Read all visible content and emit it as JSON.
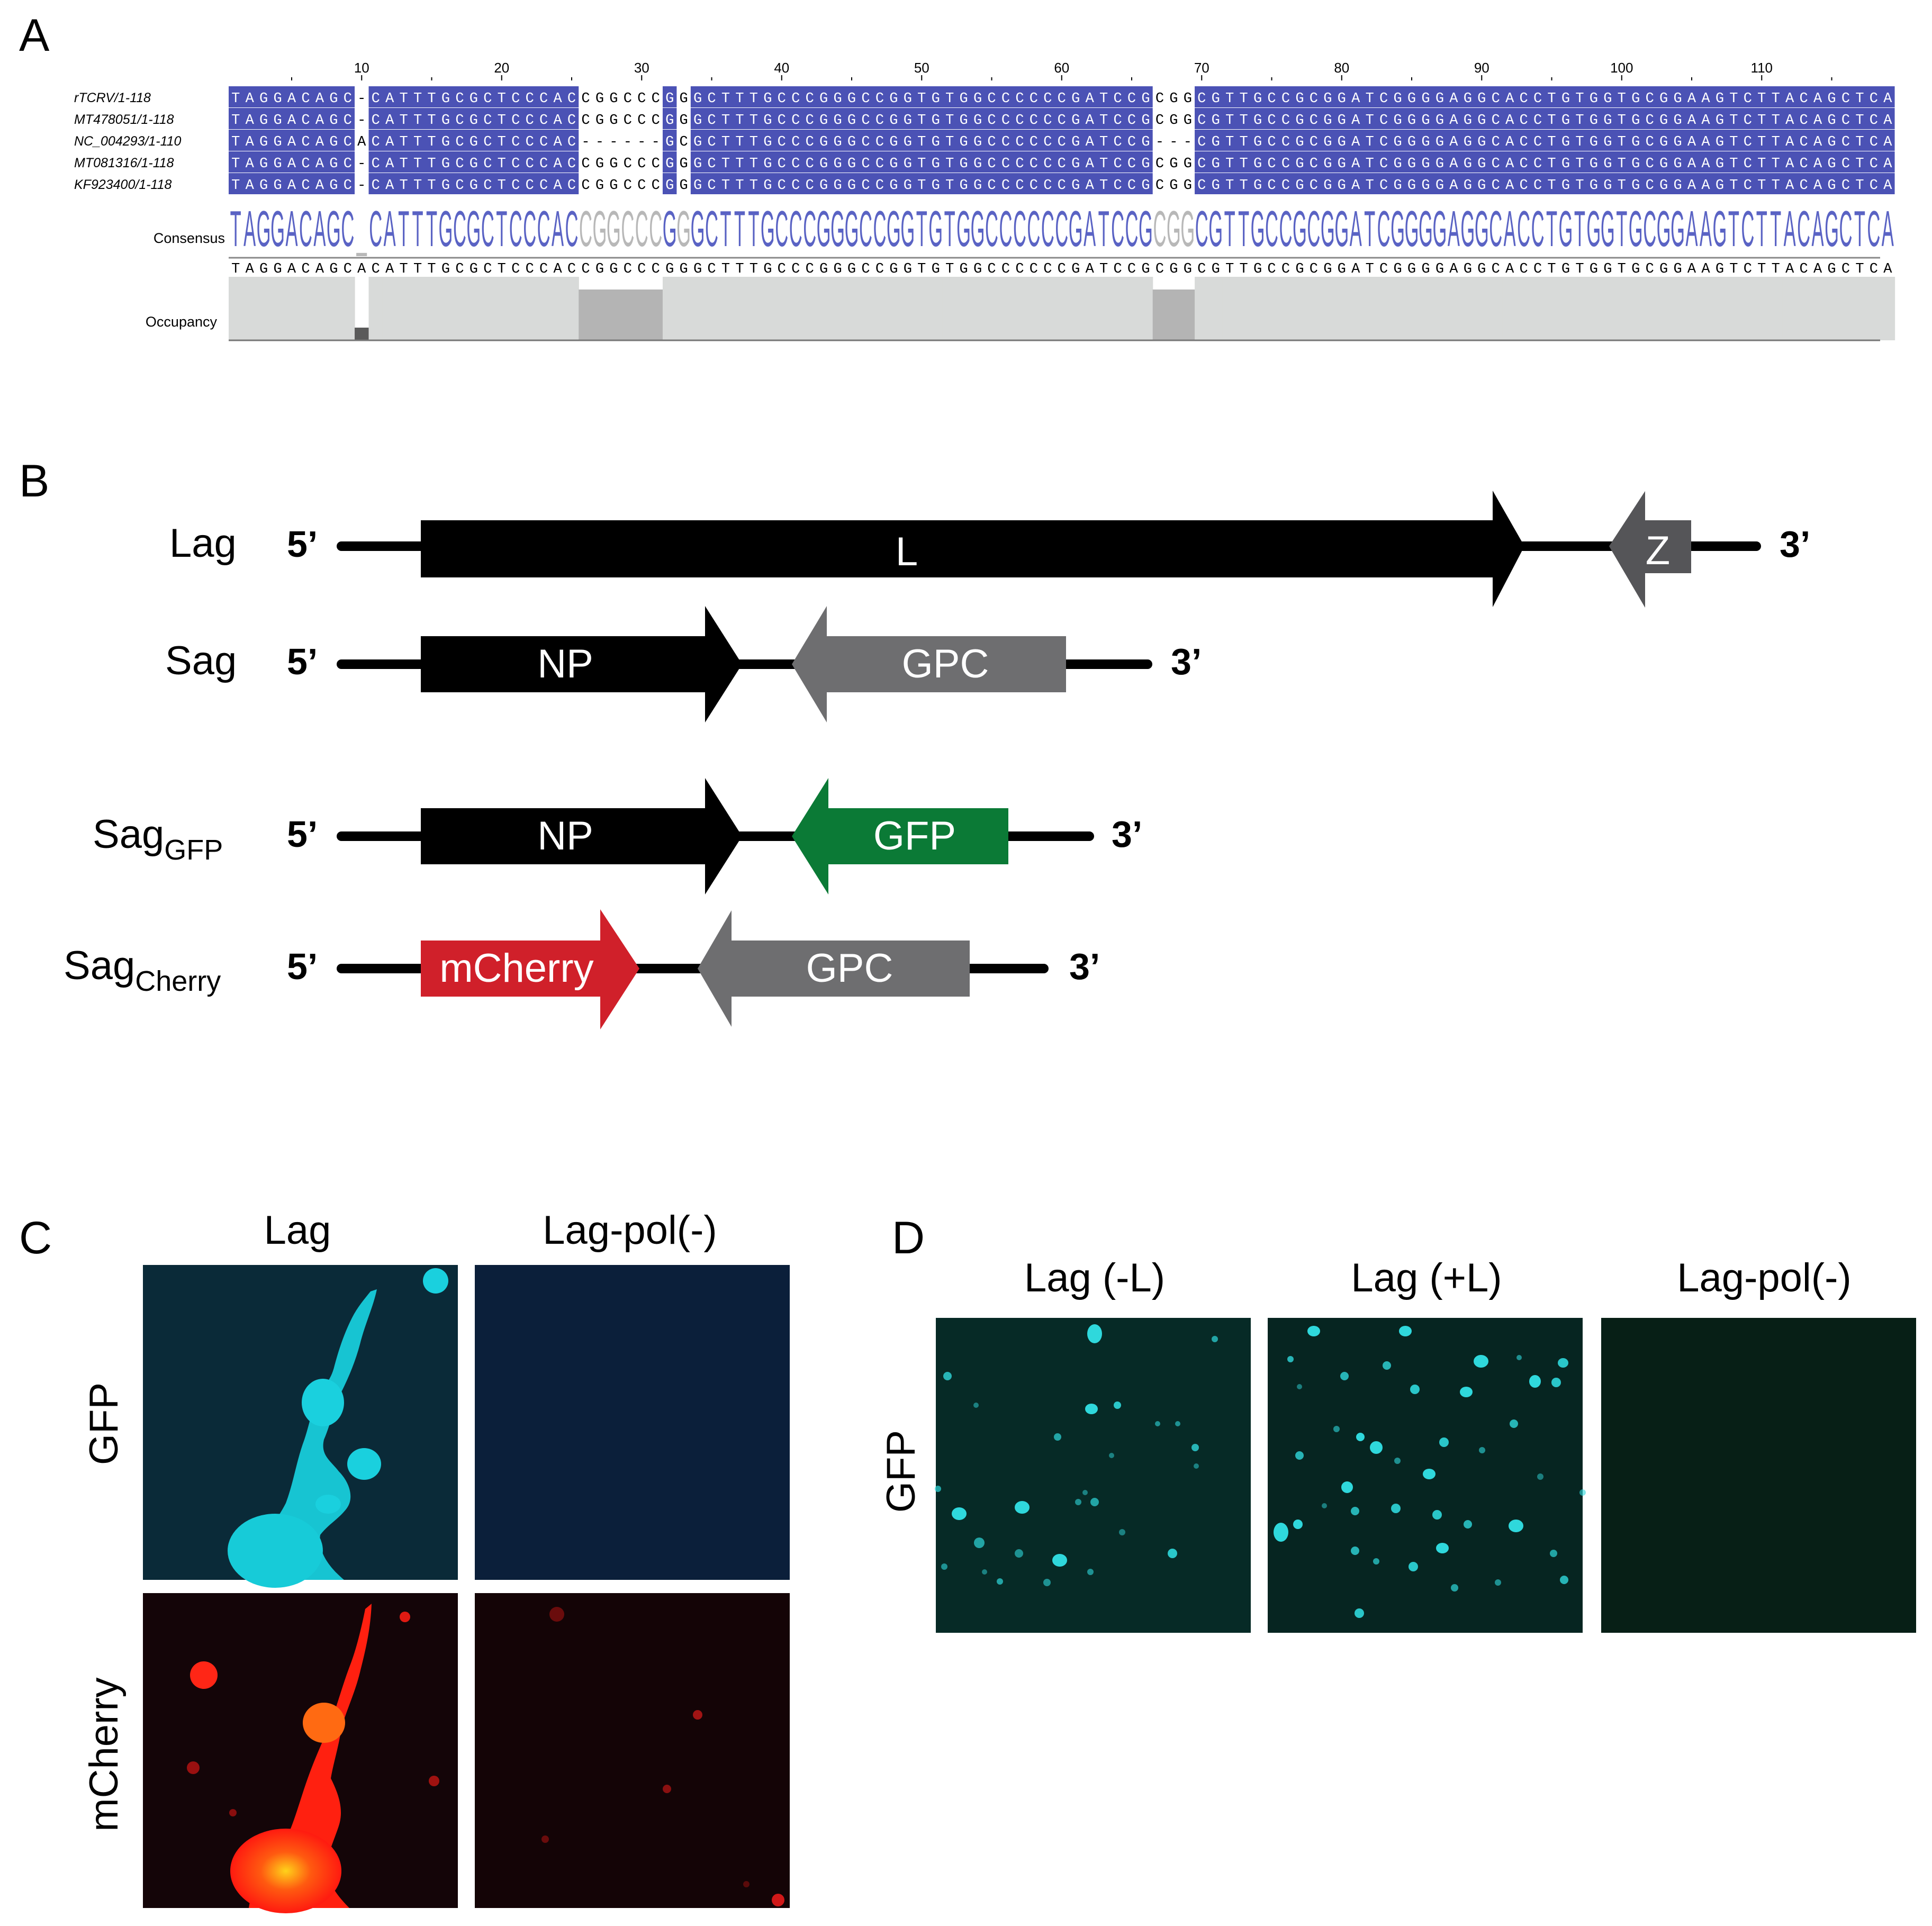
{
  "panels": {
    "a": "A",
    "b": "B",
    "c": "C",
    "d": "D"
  },
  "alignment": {
    "ruler_ticks": [
      "10",
      "20",
      "30",
      "40",
      "50",
      "60",
      "70",
      "80",
      "90",
      "100",
      "110"
    ],
    "rows": [
      {
        "name": "rTCRV/1-118",
        "seq": "TAGGACAGC-CATTTGCGCTCCCACCGGCCCGGGCTTTGCCCGGGCCGGTGTGGCCCCCCGATCCGCGGCGTTGCCGCGGATCGGGGAGGCACCTGTGGTGCGGAAGTCTTACAGCTCA"
      },
      {
        "name": "MT478051/1-118",
        "seq": "TAGGACAGC-CATTTGCGCTCCCACCGGCCCGGGCTTTGCCCGGGCCGGTGTGGCCCCCCGATCCGCGGCGTTGCCGCGGATCGGGGAGGCACCTGTGGTGCGGAAGTCTTACAGCTCA"
      },
      {
        "name": "NC_004293/1-110",
        "seq": "TAGGACAGCACATTTGCGCTCCCAC------GCGCTTTGCCCGGGCCGGTGTGGCCCCCCGATCCG---CGTTGCCGCGGATCGGGGAGGCACCTGTGGTGCGGAAGTCTTACAGCTCA"
      },
      {
        "name": "MT081316/1-118",
        "seq": "TAGGACAGC-CATTTGCGCTCCCACCGGCCCGGGCTTTGCCCGGGCCGGTGTGGCCCCCCGATCCGCGGCGTTGCCGCGGATCGGGGAGGCACCTGTGGTGCGGAAGTCTTACAGCTCA"
      },
      {
        "name": "KF923400/1-118",
        "seq": "TAGGACAGC-CATTTGCGCTCCCACCGGCCCGGGCTTTGCCCGGGCCGGTGTGGCCCCCCGATCCGCGGCGTTGCCGCGGATCGGGGAGGCACCTGTGGTGCGGAAGTCTTACAGCTCA"
      }
    ],
    "consensus_label": "Consensus",
    "consensus_seq": "TAGGACAGC_CATTTGCGCTCCCACCGGCCCGGGCTTTGCCCGGGCCGGTGTGGCCCCCCGATCCGCGGCGTTGCCGCGGATCGGGGAGGCACCTGTGGTGCGGAAGTCTTACAGCTCA",
    "reference_seq": "TAGGACAGCACATTTGCGCTCCCACCGGCCCGGGCTTTGCCCGGGCCGGTGTGGCCCCCCGATCCGCGGCGTTGCCGCGGATCGGGGAGGCACCTGTGGTGCGGAAGTCTTACAGCTCA",
    "occupancy_label": "Occupancy",
    "highlight_color": "#4b52b5",
    "consensus_color": "#5a63c4"
  },
  "constructs": {
    "prime5": "5’",
    "prime3": "3’",
    "lag": {
      "label": "Lag",
      "L": "L",
      "Z": "Z"
    },
    "sag": {
      "label": "Sag",
      "NP": "NP",
      "GPC": "GPC"
    },
    "sag_gfp": {
      "label": "Sag",
      "sub": "GFP",
      "NP": "NP",
      "GFP": "GFP"
    },
    "sag_cherry": {
      "label": "Sag",
      "sub": "Cherry",
      "mCherry": "mCherry",
      "GPC": "GPC"
    },
    "colors": {
      "black": "#000000",
      "gray": "#6e6e70",
      "green": "#0b7a36",
      "red": "#d0202a"
    }
  },
  "micro_c": {
    "col1": "Lag",
    "col2": "Lag-pol(-)",
    "row1": "GFP",
    "row2": "mCherry"
  },
  "micro_d": {
    "col1": "Lag (-L)",
    "col2": "Lag (+L)",
    "col3": "Lag-pol(-)",
    "row1": "GFP"
  }
}
